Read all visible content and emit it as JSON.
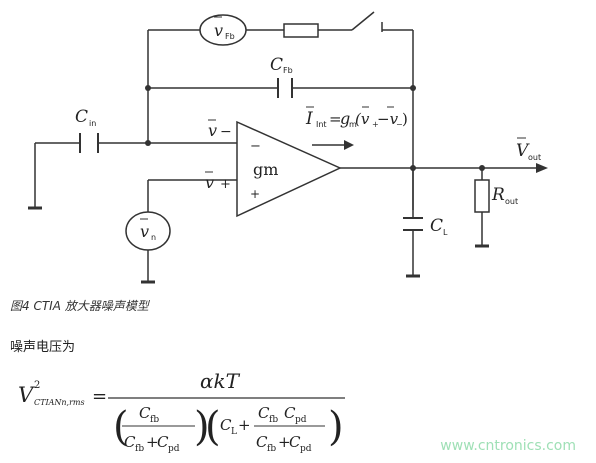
{
  "circuit": {
    "vfb_source": {
      "symbol": "v",
      "sub": "Fb"
    },
    "cfb": {
      "symbol": "C",
      "sub": "Fb"
    },
    "cin": {
      "symbol": "C",
      "sub": "in"
    },
    "vminus": {
      "symbol": "v",
      "sign": "−"
    },
    "vplus": {
      "symbol": "v",
      "sign": "+"
    },
    "amp": {
      "label": "gm",
      "minus": "−",
      "plus": "+"
    },
    "iint": {
      "lhs": "I",
      "sub": "Int",
      "eq": "=",
      "gm": "g",
      "gm_sub": "m",
      "expr": "(v",
      "expr_sub_plus": "+",
      "minus": "−v",
      "expr_sub_minus": "−",
      "close": ")"
    },
    "vout": {
      "symbol": "V",
      "sub": "out"
    },
    "rout": {
      "symbol": "R",
      "sub": "out"
    },
    "cl": {
      "symbol": "C",
      "sub": "L"
    },
    "vn_source": {
      "symbol": "v",
      "sub": "n"
    }
  },
  "caption": "图4 CTIA 放大器噪声模型",
  "noise_label": "噪声电压为",
  "formula": {
    "lhs": "V",
    "lhs_sup": "2",
    "lhs_sub": "CTIANn,rms",
    "eq": "=",
    "numerator": "αkT",
    "cfb": "C",
    "cfb_sub": "fb",
    "cpd": "C",
    "cpd_sub": "pd",
    "cl": "C",
    "cl_sub": "L",
    "plus": "+"
  },
  "watermark": "www.cntronics.com"
}
